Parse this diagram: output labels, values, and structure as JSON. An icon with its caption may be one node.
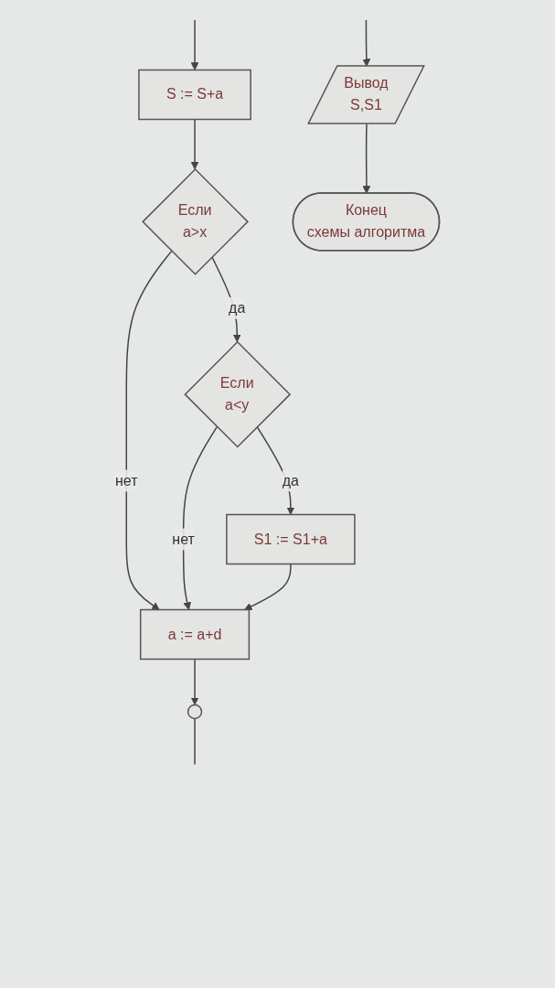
{
  "diagram": {
    "nodes": [
      {
        "text": [
          "S := S+a"
        ]
      },
      {
        "text": [
          "Если",
          "a>x"
        ]
      },
      {
        "text": [
          "Если",
          "a<y"
        ]
      },
      {
        "text": [
          "S1 := S1+a"
        ]
      },
      {
        "text": [
          "a := a+d"
        ]
      },
      {
        "text": [],
        "shape": "circle"
      },
      {
        "text": [
          "Вывод",
          "S,S1"
        ]
      },
      {
        "text": [
          "Конец",
          "схемы алгоритма"
        ]
      }
    ],
    "edges": [
      {
        "from": null,
        "to": 0,
        "arrow": "to"
      },
      {
        "from": 0,
        "to": 1,
        "arrow": "to"
      },
      {
        "from": 1,
        "to": 2,
        "label": "да",
        "arrow": "to"
      },
      {
        "from": 1,
        "to": 4,
        "label": "нет",
        "arrow": "to"
      },
      {
        "from": 2,
        "to": 3,
        "label": "да",
        "arrow": "to"
      },
      {
        "from": 2,
        "to": 4,
        "label": "нет",
        "arrow": "to"
      },
      {
        "from": 3,
        "to": 4,
        "arrow": "to"
      },
      {
        "from": 4,
        "to": 5,
        "arrow": "to"
      },
      {
        "from": 5,
        "to": null,
        "arrow": "none"
      },
      {
        "from": null,
        "to": 6,
        "arrow": "to"
      },
      {
        "from": 6,
        "to": 7,
        "arrow": "to"
      }
    ]
  }
}
